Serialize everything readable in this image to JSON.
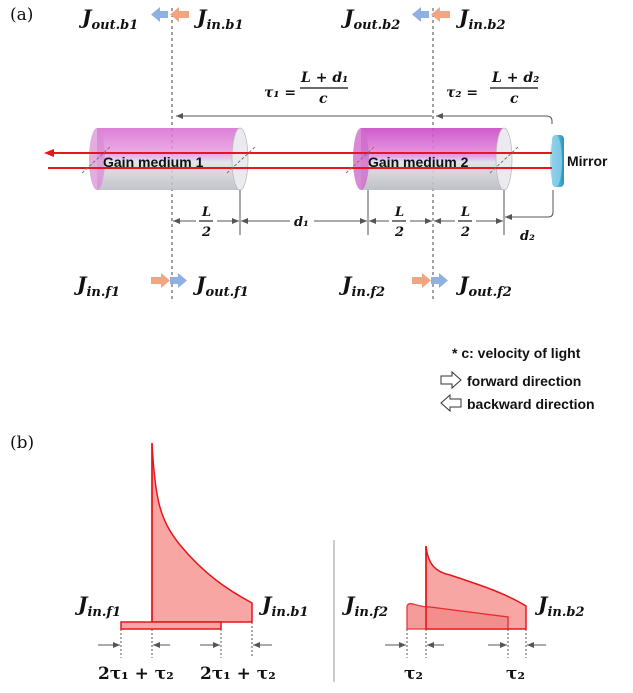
{
  "panels": {
    "a": "(a)",
    "b": "(b)"
  },
  "colors": {
    "laser_red": "#e8151b",
    "pulse_fill": "#f7a6a4",
    "blue_arrow": "#8fb1e2",
    "orange_arrow": "#f2a582",
    "mirror_blue": "#55b6dc"
  },
  "fluence": {
    "out_b1": {
      "main": "J",
      "sub": "out.b1"
    },
    "in_b1": {
      "main": "J",
      "sub": "in.b1"
    },
    "out_b2": {
      "main": "J",
      "sub": "out.b2"
    },
    "in_b2": {
      "main": "J",
      "sub": "in.b2"
    },
    "in_f1": {
      "main": "J",
      "sub": "in.f1"
    },
    "out_f1": {
      "main": "J",
      "sub": "out.f1"
    },
    "in_f2": {
      "main": "J",
      "sub": "in.f2"
    },
    "out_f2": {
      "main": "J",
      "sub": "out.f2"
    }
  },
  "delays": {
    "tau1": {
      "lhs": "τ₁ =",
      "num": "L + d₁",
      "den": "c"
    },
    "tau2": {
      "lhs": "τ₂ =",
      "num": "L + d₂",
      "den": "c"
    }
  },
  "media": {
    "medium1": "Gain medium 1",
    "medium2": "Gain medium 2",
    "mirror": "Mirror"
  },
  "dimensions": {
    "half_num": "L",
    "half_den": "2",
    "d1": "d₁",
    "d2": "d₂"
  },
  "legend": {
    "velocity": "* c: velocity of light",
    "forward": "forward direction",
    "backward": "backward direction"
  },
  "panel_b": {
    "left": {
      "in_label": {
        "main": "J",
        "sub": "in.f1"
      },
      "out_label": {
        "main": "J",
        "sub": "in.b1"
      },
      "tick1": "2τ₁ + τ₂",
      "tick2": "2τ₁ + τ₂"
    },
    "right": {
      "in_label": {
        "main": "J",
        "sub": "in.f2"
      },
      "out_label": {
        "main": "J",
        "sub": "in.b2"
      },
      "tick1": "τ₂",
      "tick2": "τ₂"
    }
  }
}
